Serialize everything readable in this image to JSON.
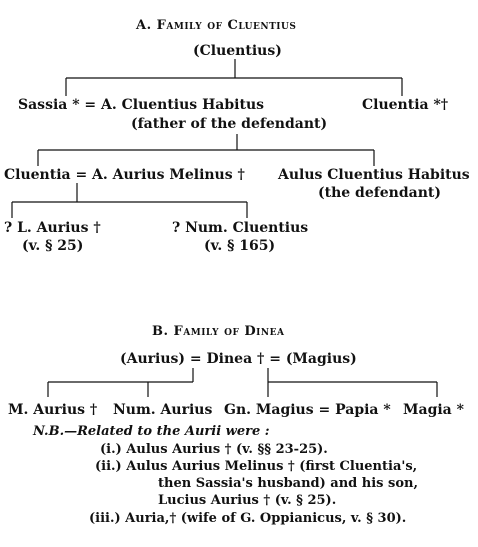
{
  "section_a": {
    "title": "A. Family of Cluentius",
    "root": "(Cluentius)",
    "sassia_line": "Sassia * = A. Cluentius Habitus",
    "habitus_note": "(father of the defendant)",
    "cluentia_sister": "Cluentia *†",
    "cluentia_line": "Cluentia = A. Aurius Melinus †",
    "aulus_defendant_name": "Aulus Cluentius Habitus",
    "aulus_defendant_note": "(the defendant)",
    "l_aurius": "? L. Aurius †",
    "l_aurius_ref": "(v. § 25)",
    "num_cluentius": "? Num. Cluentius",
    "num_cluentius_ref": "(v. § 165)"
  },
  "section_b": {
    "title": "B. Family of Dinea",
    "parents_line": "(Aurius) = Dinea † = (Magius)",
    "children": {
      "m_aurius": "M. Aurius †",
      "num_aurius": "Num. Aurius",
      "gn_magius": "Gn. Magius = Papia *",
      "magia": "Magia *"
    },
    "note_head": "N.B.—Related to the Aurii were :",
    "note_1": "(i.) Aulus Aurius † (v. §§ 23-25).",
    "note_2a": "(ii.) Aulus Aurius Melinus † (first Cluentia's,",
    "note_2b": "then Sassia's husband) and his son,",
    "note_2c": "Lucius Aurius † (v. § 25).",
    "note_3": "(iii.) Auria,† (wife of G. Oppianicus, v. § 30)."
  }
}
